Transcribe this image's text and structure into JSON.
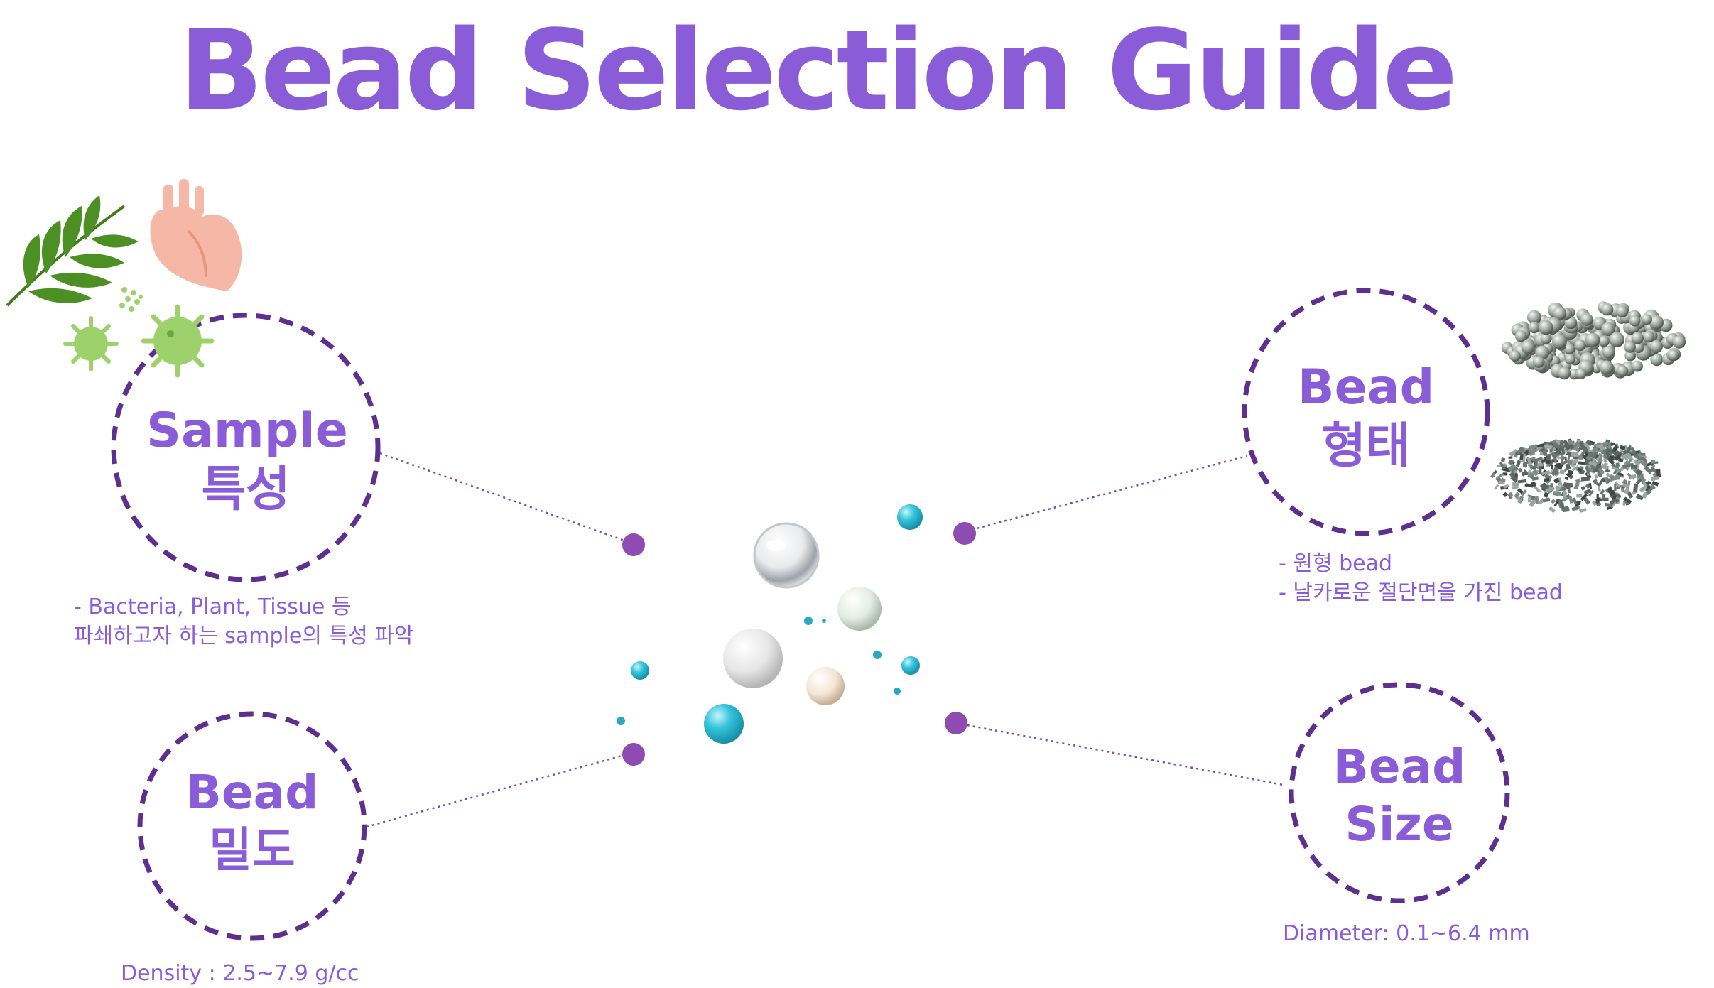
{
  "title": "Bead Selection Guide",
  "colors": {
    "accent": "#8a5cd8",
    "ring": "#5e2f8e",
    "node": "#8e4bb2",
    "cyan_bead": "#35c5dc",
    "leaf": "#4c8f22",
    "microbe": "#9dd16c",
    "heart": "#f6b8a6"
  },
  "sample": {
    "label_line1": "Sample",
    "label_line2": "특성",
    "caption_line1": "- Bacteria, Plant, Tissue 등",
    "caption_line2": "파쇄하고자 하는 sample의 특성 파악"
  },
  "density": {
    "label_line1": "Bead",
    "label_line2": "밀도",
    "caption": "Density : 2.5~7.9 g/cc"
  },
  "shape": {
    "label_line1": "Bead",
    "label_line2": "형태",
    "caption_line1": "- 원형 bead",
    "caption_line2": "- 날카로운 절단면을 가진 bead"
  },
  "size": {
    "label_line1": "Bead",
    "label_line2": "Size",
    "caption": "Diameter:  0.1~6.4 mm"
  },
  "icons": [
    "leaf-icon",
    "heart-icon",
    "microbe-icon",
    "round-beads-photo",
    "cut-beads-photo",
    "bead-cluster"
  ]
}
